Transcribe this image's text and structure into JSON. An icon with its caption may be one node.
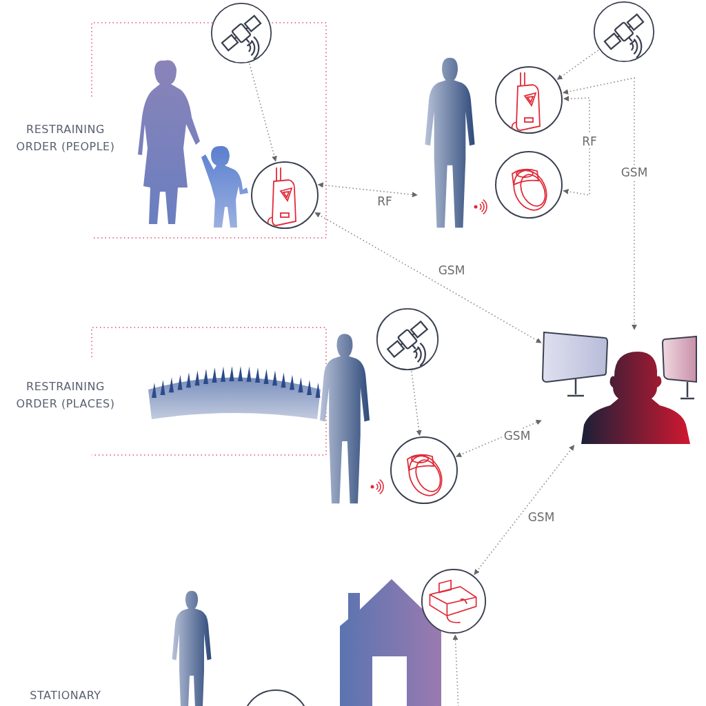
{
  "diagram": {
    "nodes": [
      {
        "text": [],
        "shape": "circle"
      },
      {
        "text": [],
        "shape": "circle"
      },
      {
        "text": [],
        "shape": "person"
      },
      {
        "text": [],
        "shape": "circle"
      },
      {
        "text": [],
        "shape": "circle"
      },
      {
        "text": [],
        "shape": "circle"
      },
      {
        "text": [],
        "shape": "picture"
      },
      {
        "text": [],
        "shape": "circle"
      },
      {
        "text": [],
        "shape": "circle"
      },
      {
        "text": [],
        "shape": "circle"
      },
      {
        "text": [],
        "shape": "circle"
      }
    ],
    "edges": [
      {
        "from": 0,
        "to": 1,
        "arrow": "to"
      },
      {
        "from": 1,
        "to": 2,
        "arrow": "both",
        "label": "RF"
      },
      {
        "from": 3,
        "to": 4,
        "arrow": "to"
      },
      {
        "from": 4,
        "to": 5,
        "arrow": "both",
        "label": "RF"
      },
      {
        "from": 4,
        "to": 6,
        "arrow": "both",
        "label": "GSM"
      },
      {
        "from": 1,
        "to": 6,
        "arrow": "both",
        "label": "GSM"
      },
      {
        "from": 7,
        "to": 8,
        "arrow": "to"
      },
      {
        "from": 8,
        "to": 6,
        "arrow": "both",
        "label": "GSM"
      },
      {
        "from": 6,
        "to": 9,
        "arrow": "both",
        "label": "GSM"
      },
      {
        "from": null,
        "to": 9,
        "arrow": "to"
      }
    ],
    "labels": [
      "RESTRAINING ORDER (PEOPLE)",
      "RESTRAINING ORDER (PLACES)",
      "STATIONARY"
    ]
  }
}
